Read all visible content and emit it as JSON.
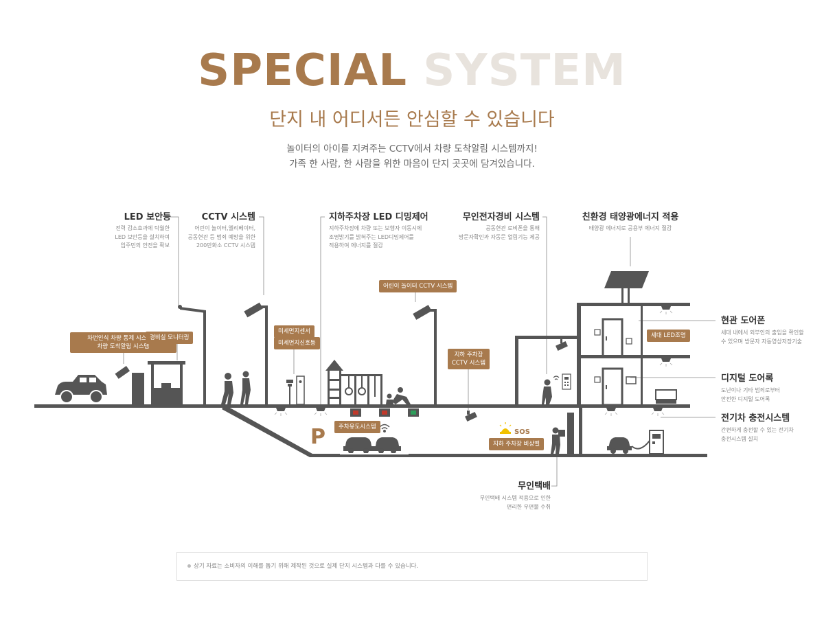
{
  "header": {
    "hero_word1": "SPECIAL",
    "hero_word2": "SYSTEM",
    "subtitle": "단지 내 어디서든 안심할 수 있습니다",
    "desc_line1": "놀이터의 아이를 지켜주는 CCTV에서 차량 도착알림 시스템까지!",
    "desc_line2": "가족 한 사람, 한 사람을 위한 마음이 단지 곳곳에 담겨있습니다."
  },
  "features": {
    "led_light": {
      "title": "LED 보안등",
      "desc": "전력 감소효과에 탁월한\nLED 보안등을 설치하여\n입주민의 안전을 확보"
    },
    "cctv": {
      "title": "CCTV 시스템",
      "desc": "어린이 놀이터,엘리베이터,\n공동현관 등 범죄 예방을 위한\n200만화소 CCTV 시스템"
    },
    "parking_led": {
      "title": "지하주차장 LED 디밍제어",
      "desc": "지하주차장에 차량 또는 보행자 이동시에\n조명밝기를 밝혀주는 LED디밍제어를\n적용하여 에너지를 절감"
    },
    "unmanned_security": {
      "title": "무인전자경비 시스템",
      "desc": "공동현관 로비폰을 통해\n방문자확인과 자동문 열림기능 제공"
    },
    "solar": {
      "title": "친환경 태양광에너지 적용",
      "desc": "태양광 에너지로 공용부 에너지 절감"
    },
    "door_phone": {
      "title": "현관 도어폰",
      "desc": "세대 내에서 외부인의 출입을 확인할\n수 있으며 방문자 자동영상저장기술"
    },
    "digital_lock": {
      "title": "디지털 도어록",
      "desc": "도난이나 기타 범죄로부터\n안전한 디지털 도어록"
    },
    "ev_charging": {
      "title": "전기차 충전시스템",
      "desc": "간편하게 충전할 수 있는 전기차\n충전시스템 설치"
    },
    "parcel": {
      "title": "무인택배",
      "desc": "무인택배 시스템 적용으로 인한\n편리한 우편물 수취"
    }
  },
  "tags": {
    "vehicle_recognition": "차번인식 차량 통제 시스템 및\n차량 도착알림 시스템",
    "guard_monitoring": "경비실 모니터링",
    "fine_dust_sensor": "미세먼지센서",
    "fine_dust_signal": "미세먼지신호등",
    "playground_cctv": "어린이 놀이터 CCTV 시스템",
    "parking_cctv": "지하 주차장\nCCTV 시스템",
    "parking_guide": "주차유도시스템",
    "parking_emergency": "지하 주차장 비상벨",
    "household_led": "세대 LED조명"
  },
  "illustration": {
    "parking_sign": "P",
    "sos_label": "SOS"
  },
  "note": {
    "text": "상기 자료는 소비자의 이해를 돕기 위해 제작된 것으로 실제 단지 시스템과 다를 수 있습니다."
  },
  "colors": {
    "accent": "#a87a4d",
    "hero_light": "#e8e3dd",
    "illustration": "#555555",
    "red_light": "#c0392b",
    "green_light": "#2e9e5b",
    "sos_yellow": "#f2c200"
  }
}
